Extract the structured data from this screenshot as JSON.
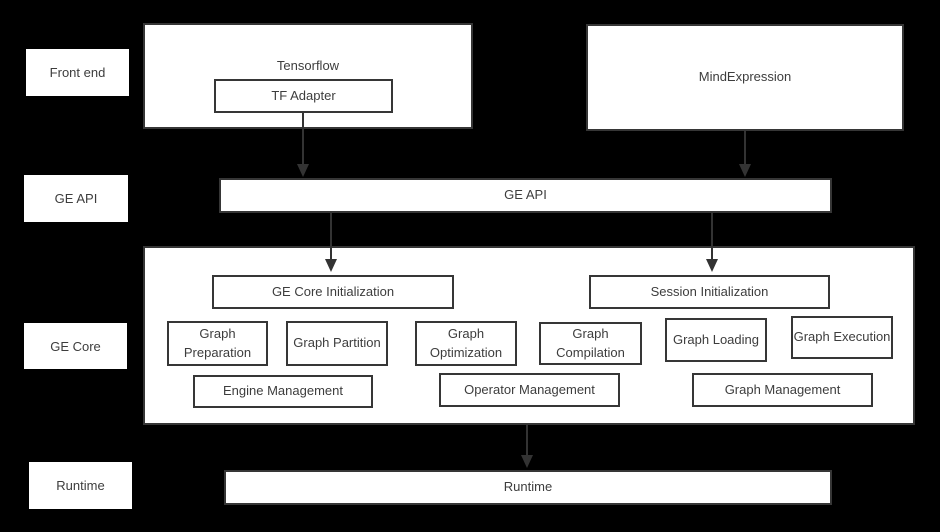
{
  "colors": {
    "background": "#000000",
    "box_fill": "#ffffff",
    "box_border": "#363636",
    "text": "#3d3d3d",
    "arrow": "#333333"
  },
  "side_labels": [
    {
      "label": "Front end"
    },
    {
      "label": "GE API"
    },
    {
      "label": "GE Core"
    },
    {
      "label": "Runtime"
    }
  ],
  "front_end": {
    "tensorflow_title": "Tensorflow",
    "tf_adapter": "TF Adapter",
    "mind_expression": "MindExpression"
  },
  "ge_api": {
    "label": "GE API"
  },
  "ge_core": {
    "initialization": [
      {
        "label": "GE Core Initialization"
      },
      {
        "label": "Session Initialization"
      }
    ],
    "stages": [
      {
        "label": "Graph Preparation"
      },
      {
        "label": "Graph Partition"
      },
      {
        "label": "Graph Optimization"
      },
      {
        "label": "Graph Compilation"
      },
      {
        "label": "Graph Loading"
      },
      {
        "label": "Graph Execution"
      }
    ],
    "management": [
      {
        "label": "Engine Management"
      },
      {
        "label": "Operator Management"
      },
      {
        "label": "Graph Management"
      }
    ]
  },
  "runtime": {
    "label": "Runtime"
  }
}
